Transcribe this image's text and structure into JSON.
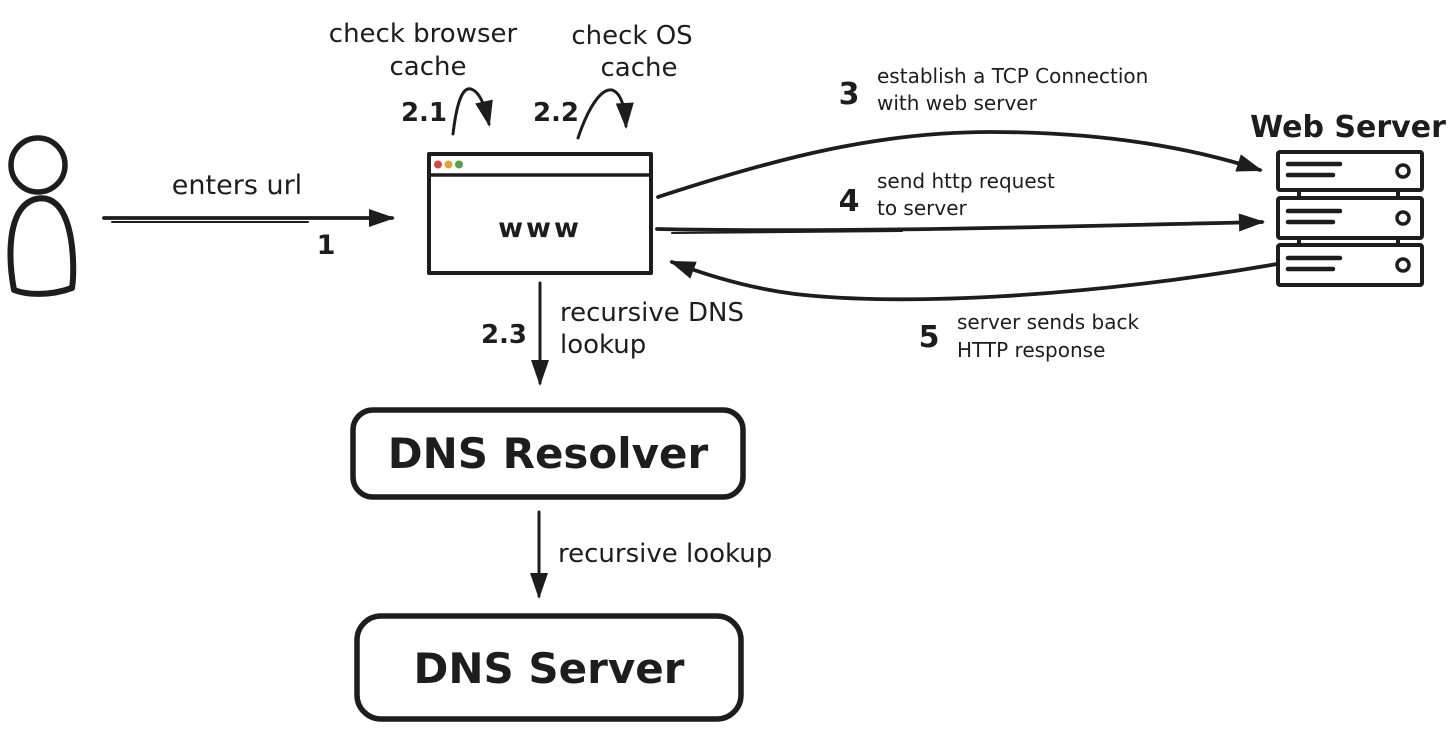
{
  "colors": {
    "background": "#ffffff",
    "ink": "#1d1d1d",
    "node_yellow": "#fce40c",
    "traffic_red": "#d44a3a",
    "traffic_orange": "#dfa33c",
    "traffic_green": "#55a441"
  },
  "nodes": {
    "user_icon": "person-icon",
    "browser": {
      "label": "www"
    },
    "web_server": {
      "label": "Web Server"
    },
    "dns_resolver": {
      "label": "DNS Resolver"
    },
    "dns_server": {
      "label": "DNS Server"
    }
  },
  "steps": {
    "s1": {
      "num": "1",
      "label": "enters url"
    },
    "s21": {
      "num": "2.1",
      "line1": "check browser",
      "line2": "cache"
    },
    "s22": {
      "num": "2.2",
      "line1": "check OS",
      "line2": "cache"
    },
    "s23": {
      "num": "2.3",
      "line1": "recursive DNS",
      "line2": "lookup"
    },
    "s3": {
      "num": "3",
      "line1": "establish a TCP Connection",
      "line2": "with web server"
    },
    "s4": {
      "num": "4",
      "line1": "send http request",
      "line2": "to server"
    },
    "s5": {
      "num": "5",
      "line1": "server sends back",
      "line2": "HTTP response"
    },
    "recursive": {
      "label": "recursive lookup"
    }
  }
}
